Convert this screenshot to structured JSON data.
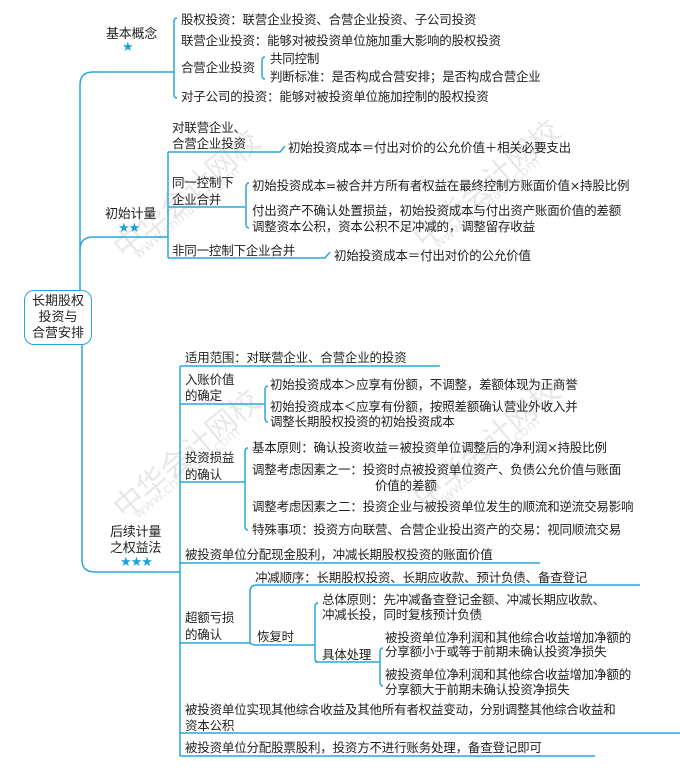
{
  "watermark": {
    "brand": "中华会计网校",
    "url": "www.chinaacc.com"
  },
  "colors": {
    "line": "#2aa6dc",
    "star": "#1aa0dc",
    "text": "#222222"
  },
  "root": {
    "lines": [
      "长期股权",
      "投资与",
      "合营安排"
    ]
  },
  "basic": {
    "title": "基本概念",
    "stars": "★",
    "items": [
      "股权投资：联营企业投资、合营企业投资、子公司投资",
      "联营企业投资：能够对被投资单位施加重大影响的股权投资",
      "合营企业投资",
      "对子公司的投资：能够对被投资单位施加控制的股权投资"
    ],
    "jv_children": [
      "共同控制",
      "判断标准：是否构成合营安排；是否构成合营企业"
    ]
  },
  "initial": {
    "title": "初始计量",
    "stars": "★★",
    "assoc": {
      "label1": "对联营企业、",
      "label2": "合营企业投资",
      "rule": "初始投资成本＝付出对价的公允价值＋相关必要支出"
    },
    "same_control": {
      "label1": "同一控制下",
      "label2": "企业合并",
      "rule1": "初始投资成本=被合并方所有者权益在最终控制方账面价值×持股比例",
      "rule2a": "付出资产不确认处置损益，初始投资成本与付出资产账面价值的差额",
      "rule2b": "调整资本公积，资本公积不足冲减的，调整留存收益"
    },
    "non_same": {
      "label": "非同一控制下企业合并",
      "rule": "初始投资成本＝付出对价的公允价值"
    }
  },
  "equity": {
    "title1": "后续计量",
    "title2": "之权益法",
    "stars": "★★★",
    "scope": "适用范围：对联营企业、合营企业的投资",
    "entry": {
      "label1": "入账价值",
      "label2": "的确定",
      "r1": "初始投资成本＞应享有份额，不调整，差额体现为正商誉",
      "r2a": "初始投资成本＜应享有份额，按照差额确认营业外收入并",
      "r2b": "调整长期股权投资的初始投资成本"
    },
    "income": {
      "label1": "投资损益",
      "label2": "的确认",
      "r1": "基本原则：确认投资收益＝被投资单位调整后的净利润×持股比例",
      "r2a": "调整考虑因素之一：投资时点被投资单位资产、负债公允价值与账面",
      "r2b": "价值的差额",
      "r3": "调整考虑因素之二：投资企业与被投资单位发生的顺流和逆流交易影响",
      "r4": "特殊事项：投资方向联营、合营企业投出资产的交易：视同顺流交易"
    },
    "cash_dividend": "被投资单位分配现金股利，冲减长期股权投资的账面价值",
    "excess": {
      "label1": "超额亏损",
      "label2": "的确认",
      "order": "冲减顺序：长期股权投资、长期应收款、预计负债、备查登记",
      "recovery": "恢复时",
      "general_a": "总体原则：先冲减备查登记金额、冲减长期应收款、",
      "general_b": "冲减长投，同时复核预计负债",
      "specific": "具体处理",
      "s1a": "被投资单位净利润和其他综合收益增加净额的",
      "s1b": "分享额小于或等于前期未确认投资净损失",
      "s2a": "被投资单位净利润和其他综合收益增加净额的",
      "s2b": "分享额大于前期未确认投资净损失"
    },
    "oci_a": "被投资单位实现其他综合收益及其他所有者权益变动，分别调整其他综合收益和",
    "oci_b": "资本公积",
    "stock_dividend": "被投资单位分配股票股利，投资方不进行账务处理，备查登记即可"
  }
}
